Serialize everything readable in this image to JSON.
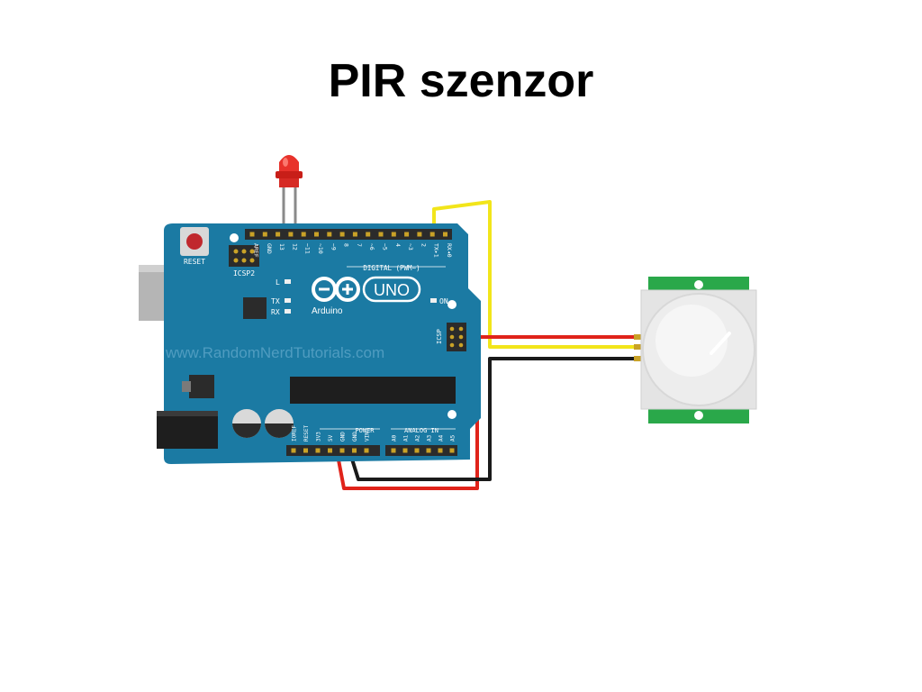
{
  "slide": {
    "title": "PIR szenzor"
  },
  "board": {
    "reset_label": "RESET",
    "icsp2_label": "ICSP2",
    "icsp_label": "ICSP",
    "digital_label": "DIGITAL (PWM~)",
    "led_l_label": "L",
    "led_tx_label": "TX",
    "led_rx_label": "RX",
    "on_label": "ON",
    "uno_label": "UNO",
    "brand_label": "Arduino",
    "watermark": "www.RandomNerdTutorials.com",
    "power_label": "POWER",
    "analog_label": "ANALOG IN",
    "top_pins": [
      "AREF",
      "GND",
      "13",
      "12",
      "~11",
      "~10",
      "~9",
      "8",
      "7",
      "~6",
      "~5",
      "4",
      "~3",
      "2",
      "TX▸1",
      "RX◂0"
    ],
    "bottom_power_pins": [
      "IOREF",
      "RESET",
      "3V3",
      "5V",
      "GND",
      "GND",
      "VIN"
    ],
    "bottom_analog_pins": [
      "A0",
      "A1",
      "A2",
      "A3",
      "A4",
      "A5"
    ]
  },
  "colors": {
    "board": "#1b7aa3",
    "board_dark": "#15668a",
    "header": "#2b2b2b",
    "wire_red": "#e0231a",
    "wire_yellow": "#f2e51a",
    "wire_black": "#1a1a1a",
    "led_red": "#e8322b",
    "sensor_green": "#2aa84a",
    "dome": "#eeeeee"
  }
}
